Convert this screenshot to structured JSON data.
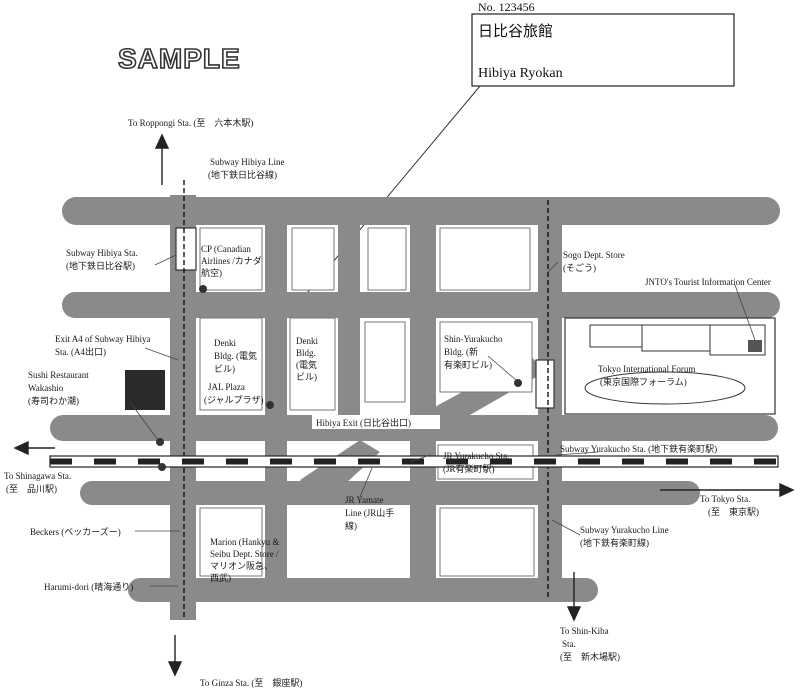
{
  "ticket_number": "No. 123456",
  "hotel_name_jp": "日比谷旅館",
  "hotel_name_en": "Hibiya Ryokan",
  "watermark": "SAMPLE",
  "labels": {
    "roppongi": "To Roppongi Sta. (至　六本木駅)",
    "subway_hibiya_line_en": "Subway Hibiya Line",
    "subway_hibiya_line_jp": "(地下鉄日比谷線)",
    "subway_hibiya_sta_en": "Subway Hibiya Sta.",
    "subway_hibiya_sta_jp": "(地下鉄日比谷駅)",
    "cp_1": "CP (Canadian",
    "cp_2": "Airlines /カナダ",
    "cp_3": "航空)",
    "sogo_en": "Sogo Dept. Store",
    "sogo_jp": "(そごう)",
    "jnto": "JNTO's Tourist Information Center",
    "exit_a4_1": "Exit A4 of Subway Hibiya",
    "exit_a4_2": "Sta. (A4出口)",
    "denki1_1": "Denki",
    "denki1_2": "Bldg. (電気",
    "denki1_3": "ビル)",
    "denki2_1": "Denki",
    "denki2_2": "Bldg.",
    "denki2_3": "(電気",
    "denki2_4": "ビル)",
    "shinyurakucho_1": "Shin-Yurakucho",
    "shinyurakucho_2": "Bldg. (新",
    "shinyurakucho_3": "有楽町ビル)",
    "sushi_1": "Sushi Restaurant",
    "sushi_2": "Wakashio",
    "sushi_3": "(寿司わか潮)",
    "jal_1": "JAL Plaza",
    "jal_2": "(ジャルプラザ)",
    "forum_1": "Tokyo International Forum",
    "forum_2": "(東京国際フォーラム)",
    "hibiya_exit": "Hibiya Exit (日比谷出口)",
    "subway_yurakucho_sta": "Subway Yurakucho Sta. (地下鉄有楽町駅)",
    "shinagawa_1": "To Shinagawa Sta.",
    "shinagawa_2": "(至　品川駅)",
    "jr_yurakucho_1": "JR Yurakucho Sta.",
    "jr_yurakucho_2": "(JR有楽町駅)",
    "tokyo_1": "To Tokyo Sta.",
    "tokyo_2": "(至　東京駅)",
    "jr_yamate_1": "JR Yamate",
    "jr_yamate_2": "Line (JR山手",
    "jr_yamate_3": "線)",
    "beckers": "Beckers (ベッカーズー)",
    "marion_1": "Marion (Hankyu &",
    "marion_2": "Seibu Dept. Store /",
    "marion_3": "マリオン阪急、",
    "marion_4": "西武)",
    "subway_yurakucho_line_1": "Subway Yurakucho Line",
    "subway_yurakucho_line_2": "(地下鉄有楽町線)",
    "harumi": "Harumi-dori (晴海通り)",
    "shinkiba_1": "To Shin-Kiba",
    "shinkiba_2": "Sta.",
    "shinkiba_3": "(至　新木場駅)",
    "ginza": "To Ginza Sta. (至　銀座駅)"
  }
}
